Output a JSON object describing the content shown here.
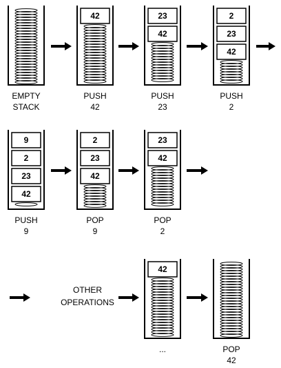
{
  "stacks": [
    {
      "id": "empty",
      "items": [],
      "caption": [
        "EMPTY",
        "STACK"
      ]
    },
    {
      "id": "push42",
      "items": [
        "42"
      ],
      "caption": [
        "PUSH",
        "42"
      ]
    },
    {
      "id": "push23",
      "items": [
        "23",
        "42"
      ],
      "caption": [
        "PUSH",
        "23"
      ]
    },
    {
      "id": "push2",
      "items": [
        "2",
        "23",
        "42"
      ],
      "caption": [
        "PUSH",
        "2"
      ]
    },
    {
      "id": "push9",
      "items": [
        "9",
        "2",
        "23",
        "42"
      ],
      "caption": [
        "PUSH",
        "9"
      ]
    },
    {
      "id": "pop9",
      "items": [
        "2",
        "23",
        "42"
      ],
      "caption": [
        "POP",
        "9"
      ]
    },
    {
      "id": "pop2",
      "items": [
        "23",
        "42"
      ],
      "caption": [
        "POP",
        "2"
      ]
    },
    {
      "id": "before-final",
      "items": [
        "42"
      ],
      "caption": [
        "..."
      ]
    },
    {
      "id": "pop42",
      "items": [],
      "caption": [
        "POP",
        "42"
      ]
    }
  ],
  "other_operations": [
    "OTHER",
    "OPERATIONS"
  ],
  "colors": {
    "ink": "#000000",
    "paper": "#ffffff"
  }
}
